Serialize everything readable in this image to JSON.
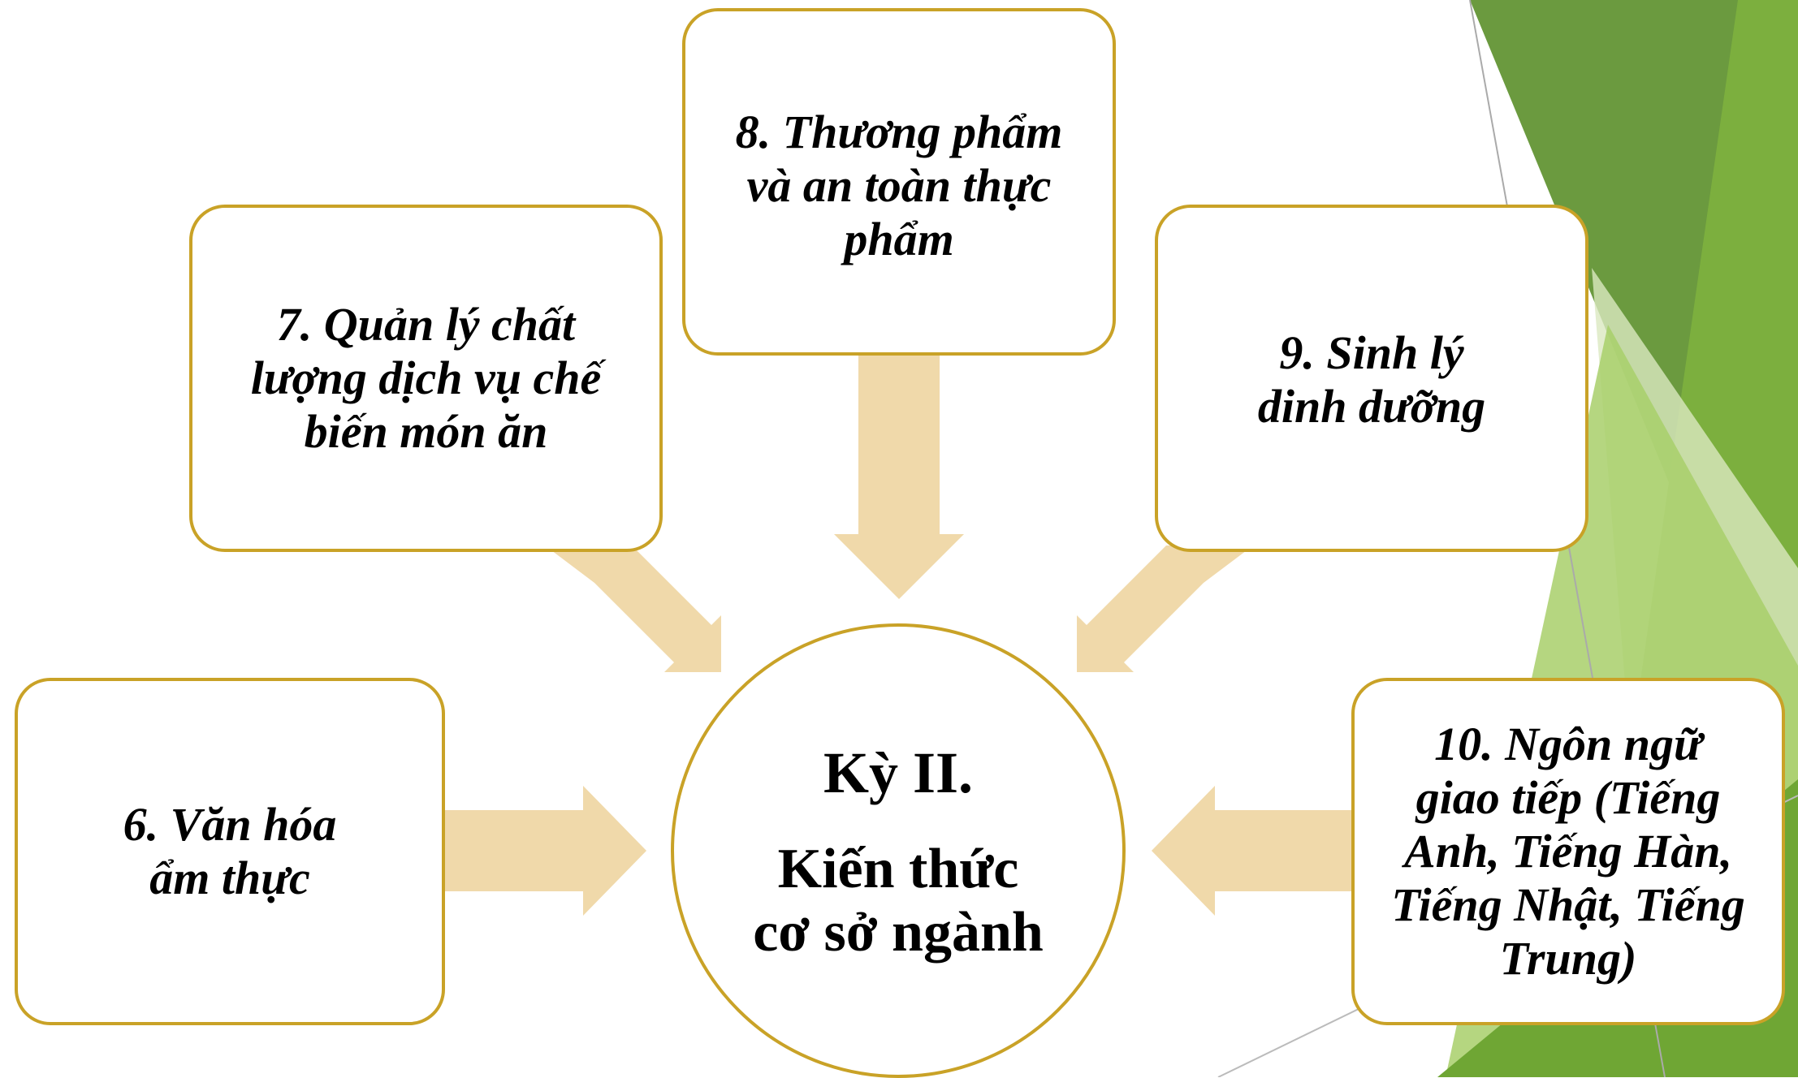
{
  "colors": {
    "arrow": "#f0d9aa",
    "border": "#c9a227",
    "green_dark": "#6b9a3f",
    "green_mid": "#7db03e",
    "green_light": "#a8cf6a",
    "green_pale": "#dbe9c1"
  },
  "center": {
    "title": "Kỳ II.",
    "subtitle": "Kiến thức\ncơ sở ngành"
  },
  "topics": [
    {
      "id": "6",
      "label": "6. Văn hóa\nẩm thực"
    },
    {
      "id": "7",
      "label": "7. Quản lý chất\nlượng dịch vụ chế\nbiến món ăn"
    },
    {
      "id": "8",
      "label": "8. Thương phẩm\nvà an toàn thực\nphẩm"
    },
    {
      "id": "9",
      "label": "9. Sinh lý\ndinh dưỡng"
    },
    {
      "id": "10",
      "label": "10. Ngôn ngữ\ngiao tiếp (Tiếng\nAnh, Tiếng Hàn,\nTiếng Nhật, Tiếng\nTrung)"
    }
  ]
}
